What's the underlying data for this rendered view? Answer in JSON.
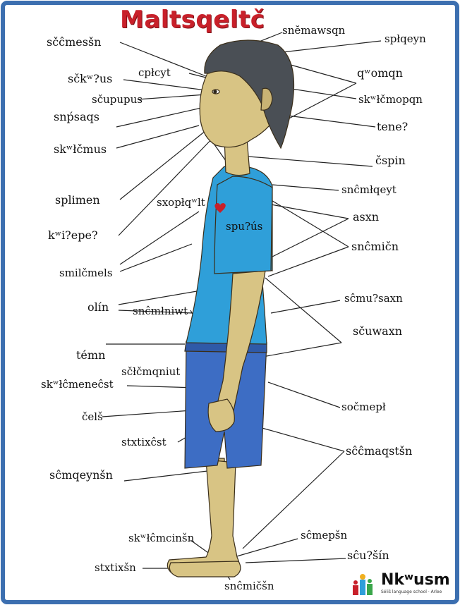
{
  "title": "Maltsqeltč",
  "labels": {
    "head_top": "snĕmawsqn",
    "hair_right": "spłqeyn",
    "eyebrow": "sčĉmesšn",
    "eye_left": "cpłcyt",
    "nose_bridge": "sčkʷ?us",
    "eye_lash": "sčupupus",
    "nose": "snṕsaqs",
    "mouth": "skʷłčmus",
    "lips": "splimen",
    "chin": "kʷi?epe?",
    "neck_front": "sxopłqʷlt",
    "heart": "spu?ús",
    "hair_back": "qʷomqn",
    "back_head": "skʷłčmopqn",
    "ear": "tene?",
    "neck_back": "čspin",
    "shoulder": "snĉmłqeyt",
    "arm": "asxn",
    "upper_arm": "snĉmičn",
    "chest": "smilčmels",
    "belly": "olín",
    "belly_side": "snĉmłniwt",
    "elbow": "sĉmu?saxn",
    "forearm": "sčuwaxn",
    "waist": "témn",
    "hip": "sčłčmqniut",
    "wrist": "skʷłĉmeneĉst",
    "buttock": "sočmepł",
    "thumb": "čelš",
    "fingers": "stxtixĉst",
    "knee": "sĉĉmaqstšn",
    "thigh": "sĉmqeynšn",
    "ankle": "skʷłĉmcinšn",
    "heel_back": "sĉmepšn",
    "foot": "sĉu?šín",
    "toes": "stxtixšn",
    "sole": "snĉmičšn"
  },
  "logo": {
    "name": "Nkʷusm",
    "subtitle": "Séliš language school · Arlee"
  }
}
